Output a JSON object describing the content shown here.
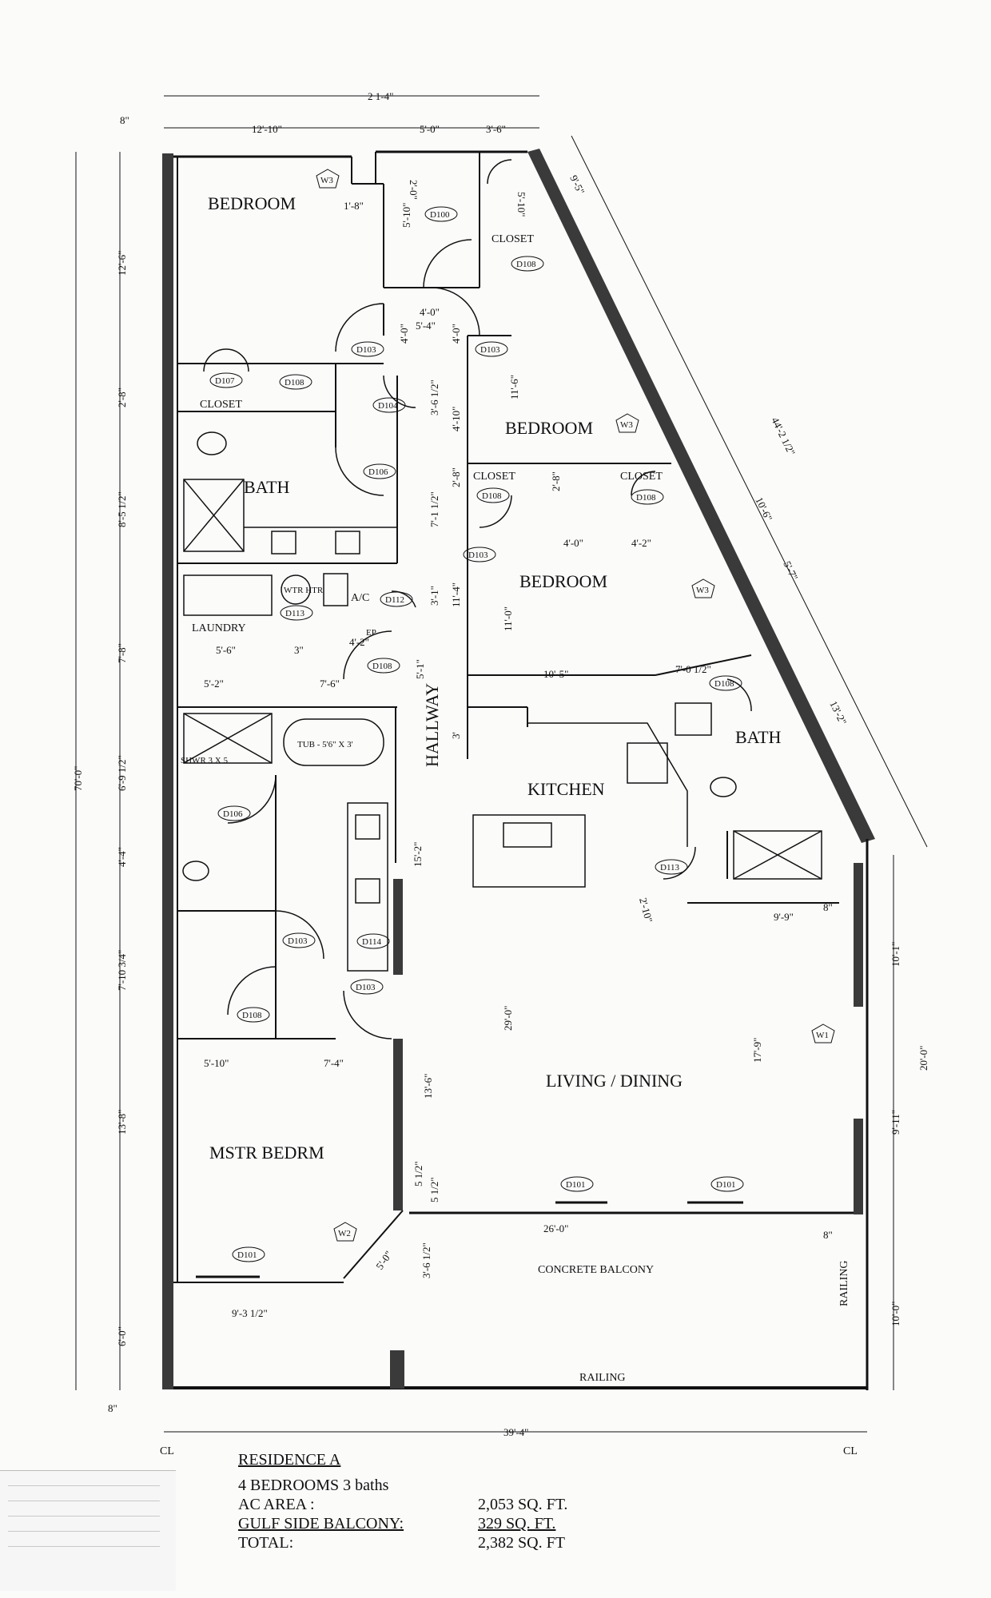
{
  "rooms": {
    "bedroom_nw": "BEDROOM",
    "closet_nw": "CLOSET",
    "bath_west": "BATH",
    "laundry": "LAUNDRY",
    "closet_ne": "CLOSET",
    "bedroom_ne": "BEDROOM",
    "closet_mid_left": "CLOSET",
    "closet_mid_right": "CLOSET",
    "bedroom_east": "BEDROOM",
    "hallway": "HALLWAY",
    "kitchen": "KITCHEN",
    "bath_east": "BATH",
    "living": "LIVING / DINING",
    "master": "MSTR BEDRM",
    "balcony": "CONCRETE BALCONY",
    "railing_bottom": "RAILING",
    "railing_side": "RAILING"
  },
  "fixtures": {
    "tub": "TUB - 5'6\" X 3'",
    "shower": "SHWR 3 X 5",
    "ac": "A/C",
    "water_heater": "WTR HTR"
  },
  "dimensions": {
    "total_width_top": "2 1-4\"",
    "top_8": "8\"",
    "top_12_10": "12'-10\"",
    "top_5_0": "5'-0\"",
    "top_3_6": "3'-6\"",
    "left_12_6": "12'-6\"",
    "left_2_8": "2'-8\"",
    "left_8_5": "8'-5 1/2\"",
    "left_7_8": "7'-8\"",
    "left_6_9": "6'-9 1/2\"",
    "left_4_4": "4'-4\"",
    "left_7_10": "7'-10 3/4\"",
    "left_13_8": "13'-8\"",
    "left_6_0": "6'-0\"",
    "left_total": "70'-0\"",
    "d_1_8": "1'-8\"",
    "d_2_0": "2'-0\"",
    "d_5_10a": "5'-10\"",
    "d_5_10b": "5'-10\"",
    "d_4_0a": "4'-0\"",
    "d_5_4": "5'-4\"",
    "d_4_0b": "4'-0\"",
    "d_4_0c": "4'-0\"",
    "d_3_6_half": "3'-6 1/2\"",
    "d_4_10": "4'-10\"",
    "d_11_6": "11'-6\"",
    "d_7_1": "7'-1 1/2\"",
    "d_2_8b": "2'-8\"",
    "d_2_8c": "2'-8\"",
    "d_4_0d": "4'-0\"",
    "d_4_2": "4'-2\"",
    "d_11_4": "11'-4\"",
    "d_11_0": "11'-0\"",
    "d_3_1": "3'-1\"",
    "d_5_6": "5'-6\"",
    "d_3": "3\"",
    "d_4_2b": "4'-2\"",
    "d_5_2": "5'-2\"",
    "d_7_6": "7'-6\"",
    "d_5_1": "5'-1\"",
    "d_3b": "3'",
    "d_10_5": "10'-5\"",
    "d_7_0": "7'-0 1/2\"",
    "d_15_2": "15'-2\"",
    "d_29_0": "29'-0\"",
    "d_2_10": "2'-10\"",
    "d_9_9": "9'-9\"",
    "d_17_9": "17'-9\"",
    "d_13_6": "13'-6\"",
    "d_5_10c": "5'-10\"",
    "d_7_4": "7'-4\"",
    "d_5_half_a": "5 1/2\"",
    "d_5_half_b": "5 1/2\"",
    "d_26_0": "26'-0\"",
    "d_3_6b": "3'-6 1/2\"",
    "d_5_0b": "5'-0\"",
    "d_9_3": "9'-3 1/2\"",
    "d_8b": "8\"",
    "d_8c": "8\"",
    "d_10_6": "10'-6\"",
    "d_44_2": "44'-2 1/2\"",
    "d_9_5": "9'-5\"",
    "d_5_7": "5'-7\"",
    "d_13_2": "13'-2\"",
    "d_8d": "8\"",
    "d_10_1": "10'-1\"",
    "d_20_0": "20'-0\"",
    "d_9_11": "9'-11\"",
    "d_10_0": "10'-0\"",
    "bottom_total": "39'-4\"",
    "cl_left": "CL",
    "cl_right": "CL"
  },
  "tags": {
    "w3_a": "W3",
    "w3_b": "W3",
    "w3_c": "W3",
    "w2": "W2",
    "w1": "W1",
    "d100": "D100",
    "d108a": "D108",
    "d103a": "D103",
    "d103b": "D103",
    "d107": "D107",
    "d108b": "D108",
    "d104": "D104",
    "d106a": "D106",
    "d108c": "D108",
    "d108d": "D108",
    "d103c": "D103",
    "d113a": "D113",
    "d112": "D112",
    "d108e": "D108",
    "d108f": "D108",
    "d106b": "D106",
    "d103d": "D103",
    "d114": "D114",
    "d103e": "D103",
    "d108g": "D108",
    "d113b": "D113",
    "d101a": "D101",
    "d101b": "D101",
    "d101c": "D101",
    "ep": "EP"
  },
  "summary": {
    "title": "RESIDENCE A",
    "bedrooms": "4 BEDROOMS   3 baths",
    "ac_label": "AC AREA :",
    "ac_value": "2,053 SQ. FT.",
    "balcony_label": "GULF SIDE BALCONY:",
    "balcony_value": "329 SQ. FT.",
    "total_label": "TOTAL:",
    "total_value": "2,382 SQ. FT"
  }
}
